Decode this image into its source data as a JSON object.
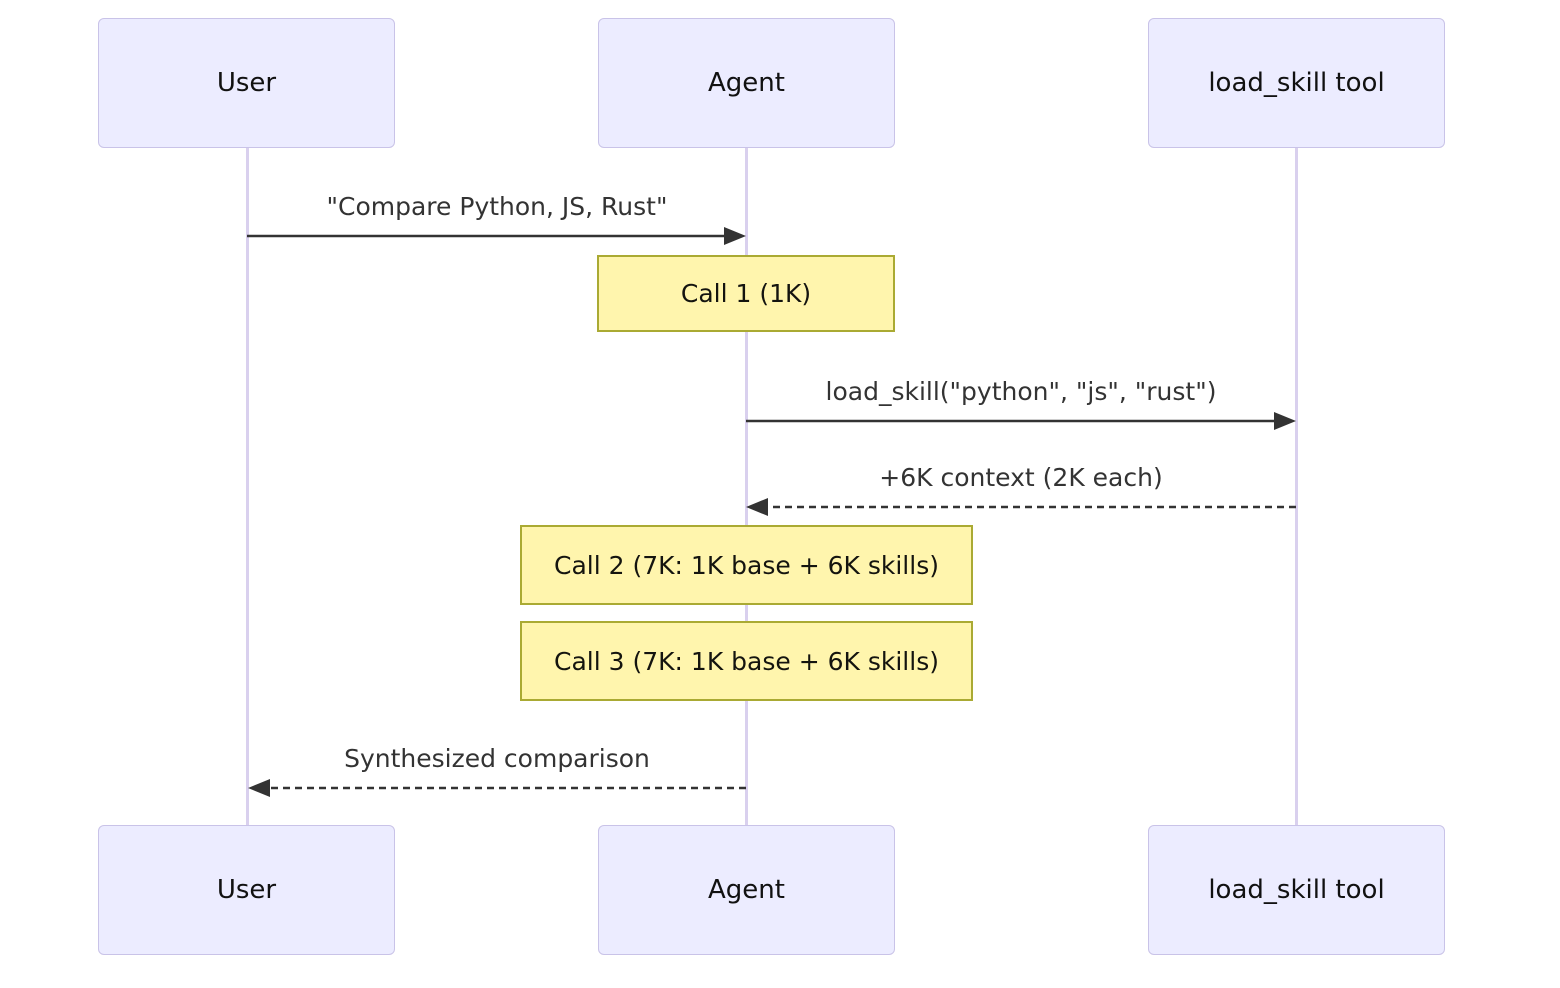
{
  "diagram": {
    "type": "sequence-diagram",
    "actors": [
      {
        "name": "User"
      },
      {
        "name": "Agent"
      },
      {
        "name": "load_skill tool"
      }
    ],
    "messages": [
      {
        "from": "User",
        "to": "Agent",
        "style": "solid",
        "label": "\"Compare Python, JS, Rust\""
      },
      {
        "from": "Agent",
        "to": "load_skill tool",
        "style": "solid",
        "label": "load_skill(\"python\", \"js\", \"rust\")"
      },
      {
        "from": "load_skill tool",
        "to": "Agent",
        "style": "dashed",
        "label": "+6K context (2K each)"
      },
      {
        "from": "Agent",
        "to": "User",
        "style": "dashed",
        "label": "Synthesized comparison"
      }
    ],
    "notes": [
      {
        "over": "Agent",
        "label": "Call 1 (1K)"
      },
      {
        "over": "Agent",
        "label": "Call 2 (7K: 1K base + 6K skills)"
      },
      {
        "over": "Agent",
        "label": "Call 3 (7K: 1K base + 6K skills)"
      }
    ],
    "colors": {
      "actor_fill": "#ECECFF",
      "actor_border": "#C9C3E8",
      "lifeline": "#D9D0EE",
      "note_fill": "#FFF5AD",
      "note_border": "#AAAA33",
      "arrow_line": "#333333",
      "message_text": "#333333"
    }
  }
}
